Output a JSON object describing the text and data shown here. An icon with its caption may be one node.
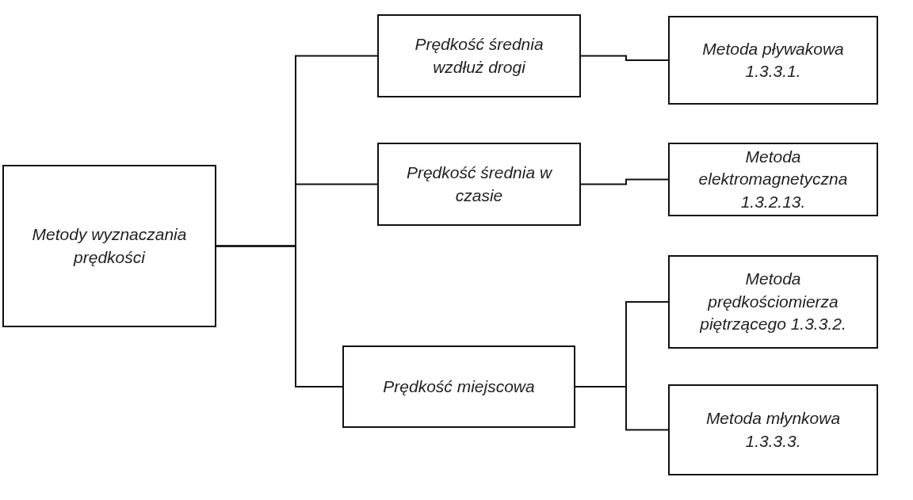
{
  "diagram": {
    "nodes": [
      {
        "text": [
          "Metody wyznaczania prędkości"
        ]
      },
      {
        "text": [
          "Prędkość średnia wzdłuż drogi"
        ]
      },
      {
        "text": [
          "Prędkość średnia w czasie"
        ]
      },
      {
        "text": [
          "Prędkość miejscowa"
        ]
      },
      {
        "text": [
          "Metoda pływakowa 1.3.3.1."
        ]
      },
      {
        "text": [
          "Metoda elektromagnetyczna 1.3.2.13."
        ]
      },
      {
        "text": [
          "Metoda prędkościomierza piętrzącego 1.3.3.2."
        ]
      },
      {
        "text": [
          "Metoda młynkowa 1.3.3.3."
        ]
      }
    ],
    "edges": [
      {
        "from": 0,
        "to": 1,
        "arrow": "none"
      },
      {
        "from": 0,
        "to": 2,
        "arrow": "none"
      },
      {
        "from": 0,
        "to": 3,
        "arrow": "none"
      },
      {
        "from": 1,
        "to": 4,
        "arrow": "none"
      },
      {
        "from": 2,
        "to": 5,
        "arrow": "none"
      },
      {
        "from": 3,
        "to": 6,
        "arrow": "none"
      },
      {
        "from": 3,
        "to": 7,
        "arrow": "none"
      }
    ]
  }
}
